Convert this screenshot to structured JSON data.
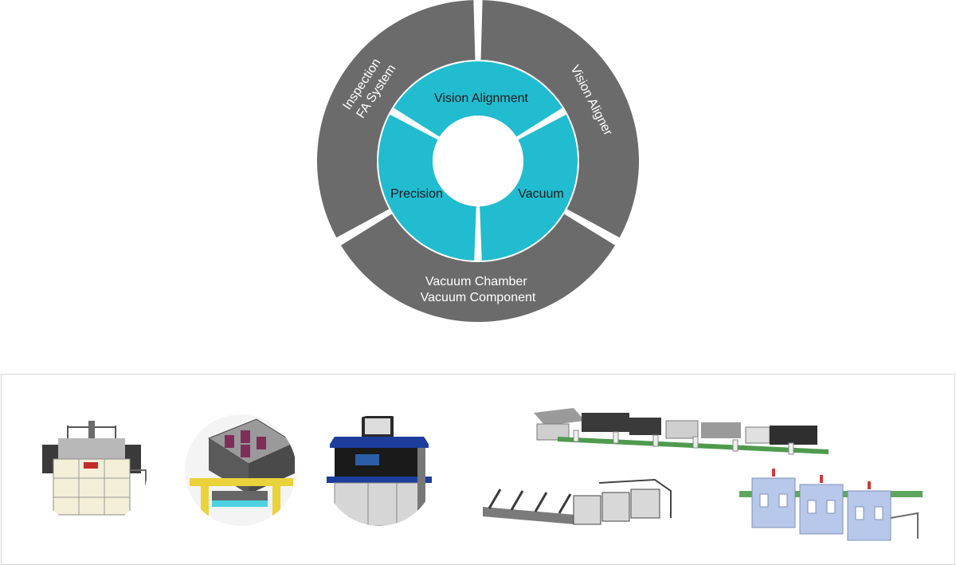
{
  "colors": {
    "outer_ring": "#6b6b6b",
    "inner_ring": "#21bcd0",
    "separator": "#ffffff",
    "panel_border": "#d6d6d6"
  },
  "outer_segments": [
    {
      "lines": [
        "Inspection",
        "FA System"
      ]
    },
    {
      "lines": [
        "Vision Aligner"
      ]
    },
    {
      "lines": [
        "Vacuum Chamber",
        "Vacuum Component"
      ]
    }
  ],
  "inner_segments": [
    {
      "label": "Vision Alignment"
    },
    {
      "label": "Vacuum"
    },
    {
      "label": "Precision"
    }
  ],
  "gallery": {
    "items": [
      {
        "icon": "vacuum-chamber-machine-image"
      },
      {
        "icon": "vacuum-component-assembly-image"
      },
      {
        "icon": "vision-aligner-machine-image"
      },
      {
        "icon": "production-line-image"
      },
      {
        "icon": "conveyor-line-image"
      },
      {
        "icon": "inspection-cells-image"
      }
    ]
  }
}
